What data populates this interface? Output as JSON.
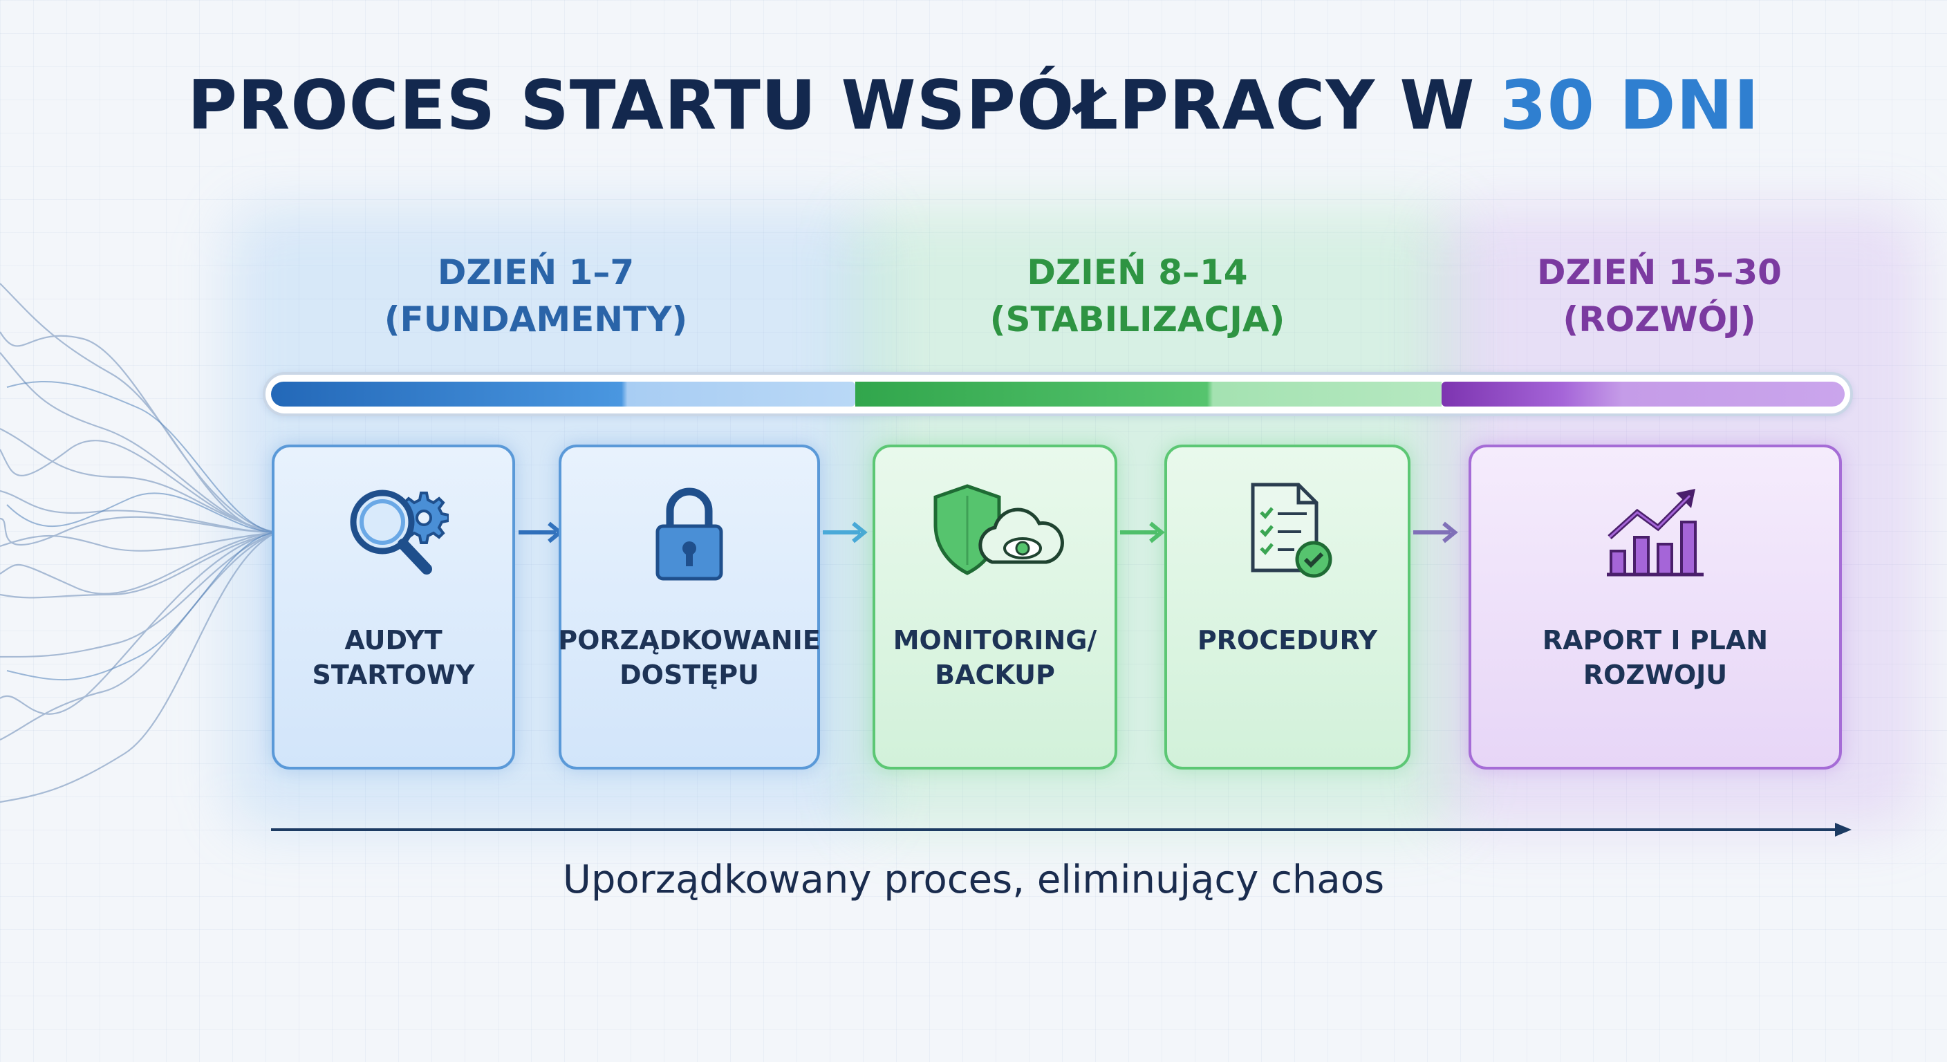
{
  "title": {
    "main": "PROCES STARTU WSPÓŁPRACY W ",
    "accent": "30 DNI"
  },
  "phases": [
    {
      "line1": "DZIEŃ 1–7",
      "line2": "(FUNDAMENTY)",
      "color": "#2a64a8"
    },
    {
      "line1": "DZIEŃ 8–14",
      "line2": "(STABILIZACJA)",
      "color": "#2e9442"
    },
    {
      "line1": "DZIEŃ 15–30",
      "line2": "(ROZWÓJ)",
      "color": "#7b3aa0"
    }
  ],
  "steps": [
    {
      "line1": "AUDYT",
      "line2": "STARTOWY",
      "icon": "magnifier-gear-icon",
      "phase": "blue"
    },
    {
      "line1": "PORZĄDKOWANIE",
      "line2": "DOSTĘPU",
      "icon": "padlock-icon",
      "phase": "blue"
    },
    {
      "line1": "MONITORING/",
      "line2": "BACKUP",
      "icon": "shield-cloud-eye-icon",
      "phase": "green"
    },
    {
      "line1": "PROCEDURY",
      "line2": "",
      "icon": "checklist-document-icon",
      "phase": "green"
    },
    {
      "line1": "RAPORT I PLAN",
      "line2": "ROZWOJU",
      "icon": "growth-chart-icon",
      "phase": "purple"
    }
  ],
  "footer": "Uporządkowany proces, eliminujący chaos",
  "colors": {
    "blue": "#2f7fd0",
    "green": "#31a64c",
    "purple": "#7d34b0",
    "navy": "#13284e"
  }
}
